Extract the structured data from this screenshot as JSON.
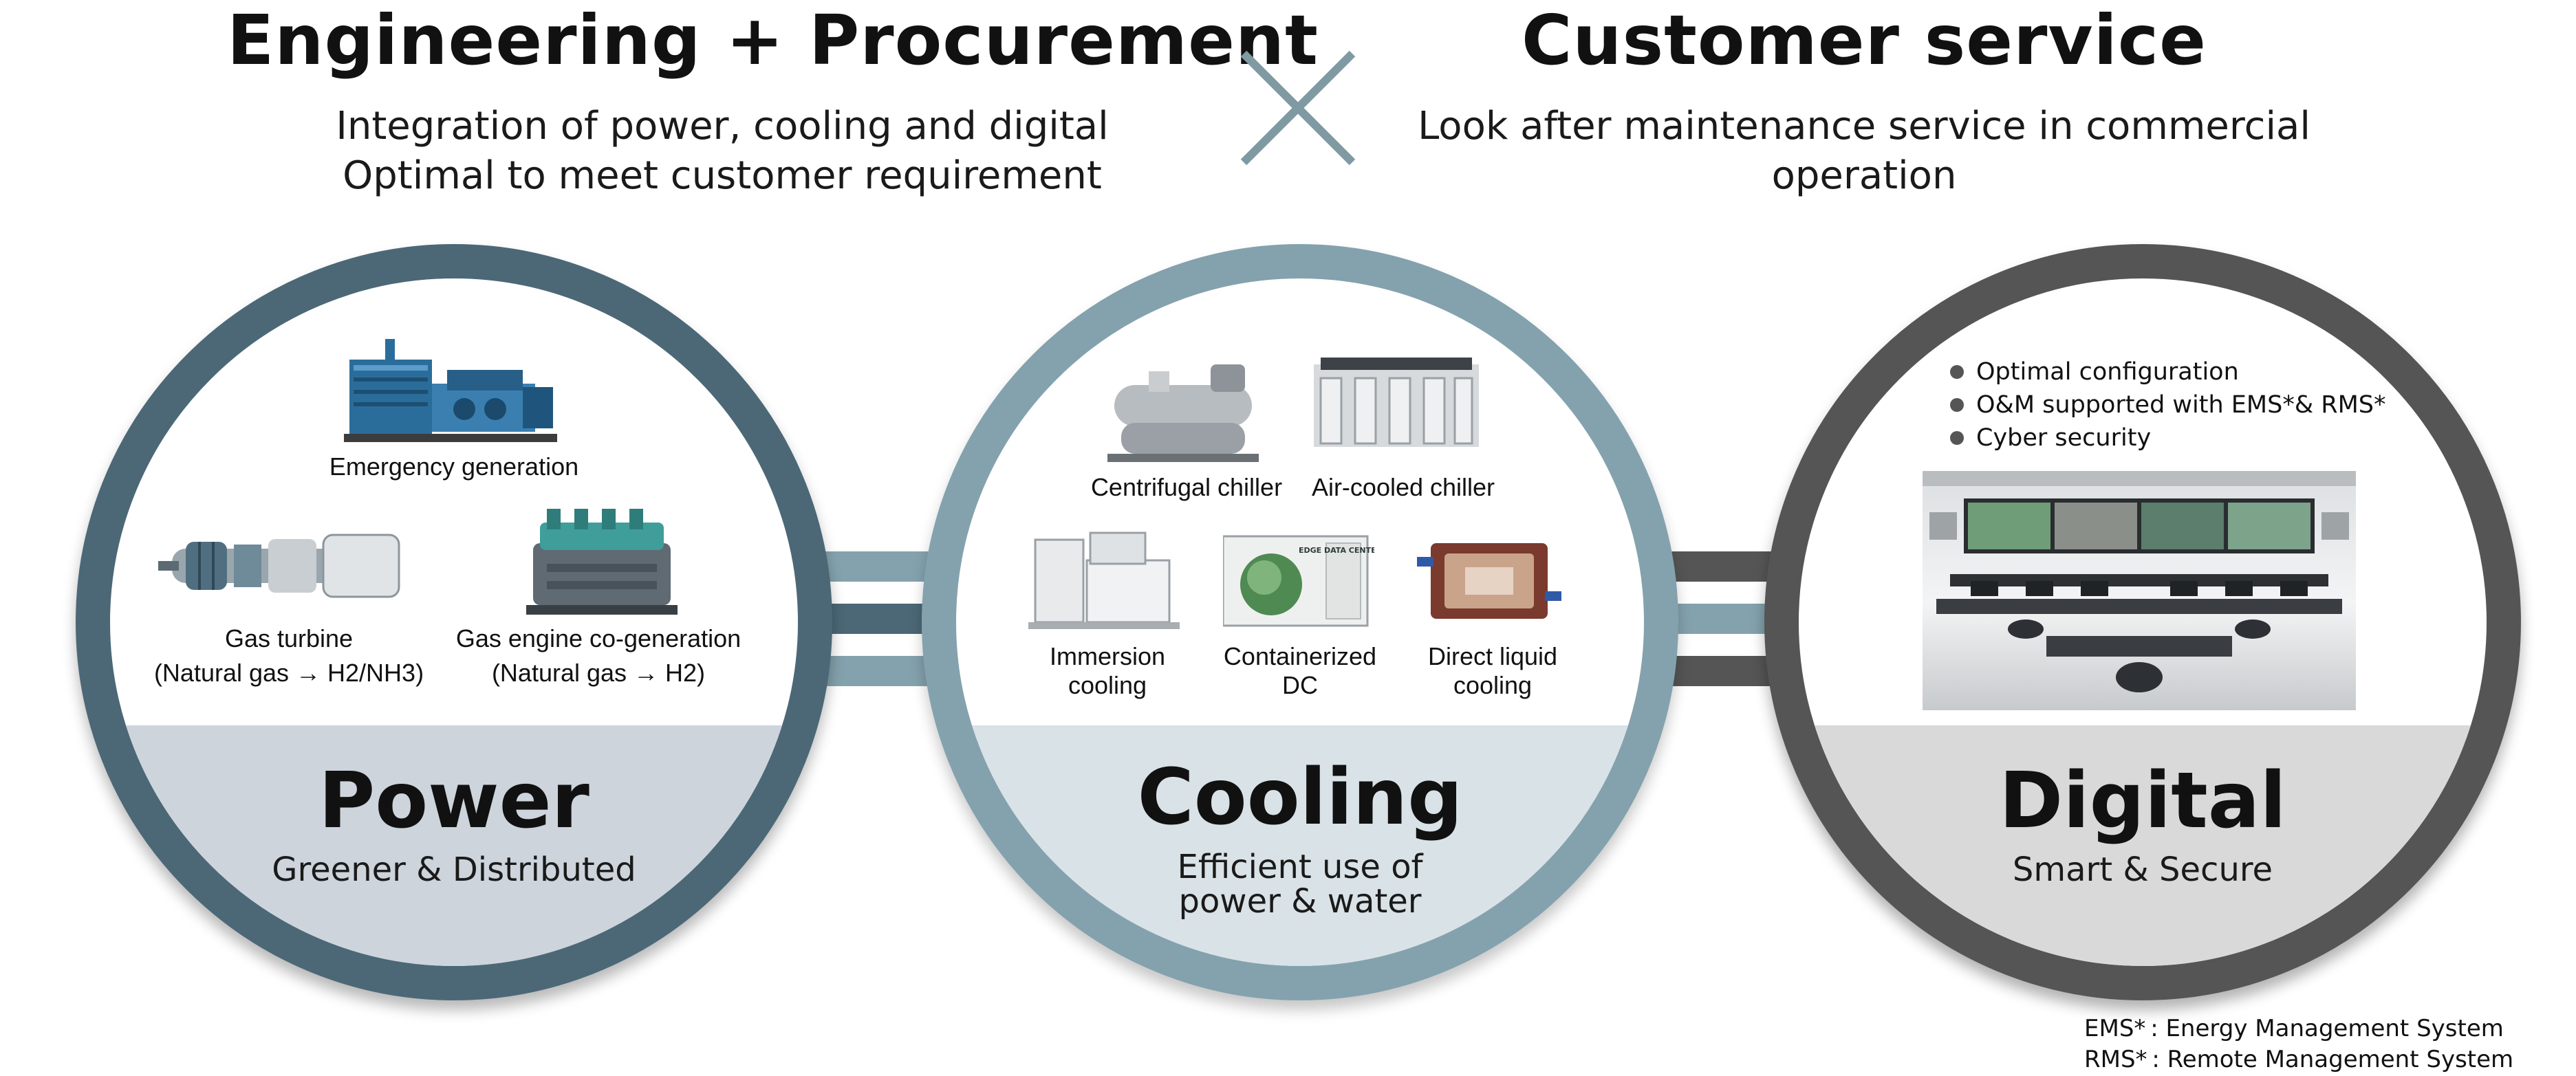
{
  "header": {
    "left_title": "Engineering + Procurement",
    "left_sub_1": "Integration of power, cooling and digital",
    "left_sub_2": "Optimal to meet customer requirement",
    "right_title": "Customer service",
    "right_sub_1": "Look after maintenance service in commercial",
    "right_sub_2": "operation",
    "cross_icon": "x-icon"
  },
  "power": {
    "title": "Power",
    "subtitle": "Greener & Distributed",
    "items": {
      "emergency": "Emergency generation",
      "gas_turbine_1": "Gas turbine",
      "gas_turbine_2": "(Natural gas → H2/NH3)",
      "gas_engine_1": "Gas engine co-generation",
      "gas_engine_2": "(Natural gas → H2)"
    },
    "colors": {
      "ring": "#4c6877",
      "band": "#cdd4dc"
    }
  },
  "cooling": {
    "title": "Cooling",
    "subtitle_1": "Efficient use of",
    "subtitle_2": "power & water",
    "items": {
      "centrifugal": "Centrifugal chiller",
      "air_cooled": "Air-cooled chiller",
      "immersion_1": "Immersion",
      "immersion_2": "cooling",
      "containerized_1": "Containerized",
      "containerized_2": "DC",
      "direct_liquid_1": "Direct liquid",
      "direct_liquid_2": "cooling",
      "container_print": "EDGE DATA CENTER"
    },
    "colors": {
      "ring": "#84a2ad",
      "band": "#d9e2e6"
    }
  },
  "digital": {
    "title": "Digital",
    "subtitle": "Smart & Secure",
    "bullets": [
      "Optimal configuration",
      "O&M supported with EMS*& RMS*",
      "Cyber security"
    ],
    "colors": {
      "ring": "#555555",
      "band": "#d9d9d9"
    }
  },
  "footnotes": {
    "ems": "EMS* : Energy Management System",
    "rms": "RMS* : Remote Management System"
  }
}
